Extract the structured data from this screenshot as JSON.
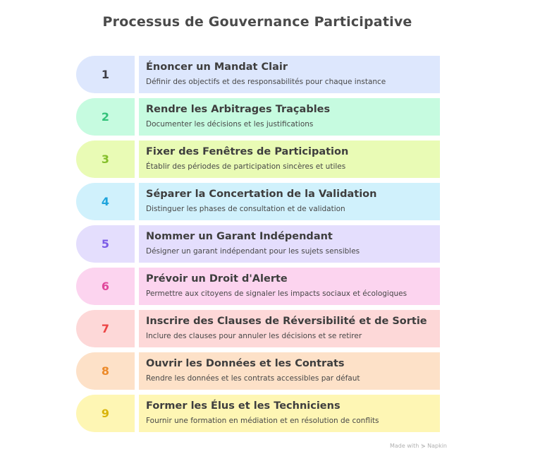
{
  "title": "Processus de Gouvernance Participative",
  "steps": [
    {
      "number": "1",
      "heading": "Énoncer un Mandat Clair",
      "description": "Définir des objectifs et des responsabilités pour chaque instance",
      "bg": "#dde7fd",
      "num_color": "#3f3f46"
    },
    {
      "number": "2",
      "heading": "Rendre les Arbitrages Traçables",
      "description": "Documenter les décisions et les justifications",
      "bg": "#c6fbe0",
      "num_color": "#33c27a"
    },
    {
      "number": "3",
      "heading": "Fixer des Fenêtres de Participation",
      "description": "Établir des périodes de participation sincères et utiles",
      "bg": "#e9fbb5",
      "num_color": "#84bf2b"
    },
    {
      "number": "4",
      "heading": "Séparer la Concertation de la Validation",
      "description": "Distinguer les phases de consultation et de validation",
      "bg": "#d0f1fc",
      "num_color": "#1fa4dc"
    },
    {
      "number": "5",
      "heading": "Nommer un Garant Indépendant",
      "description": "Désigner un garant indépendant pour les sujets sensibles",
      "bg": "#e4defd",
      "num_color": "#7c5ce6"
    },
    {
      "number": "6",
      "heading": "Prévoir un Droit d'Alerte",
      "description": "Permettre aux citoyens de signaler les impacts sociaux et écologiques",
      "bg": "#fcd4ef",
      "num_color": "#e0489c"
    },
    {
      "number": "7",
      "heading": "Inscrire des Clauses de Réversibilité et de Sortie",
      "description": "Inclure des clauses pour annuler les décisions et se retirer",
      "bg": "#fdd8d8",
      "num_color": "#ec4545"
    },
    {
      "number": "8",
      "heading": "Ouvrir les Données et les Contrats",
      "description": "Rendre les données et les contrats accessibles par défaut",
      "bg": "#fde1c8",
      "num_color": "#ec8a2a"
    },
    {
      "number": "9",
      "heading": "Former les Élus et les Techniciens",
      "description": "Fournir une formation en médiation et en résolution de conflits",
      "bg": "#fef6b4",
      "num_color": "#d9b40b"
    }
  ],
  "footer": "Made with ⋟ Napkin"
}
